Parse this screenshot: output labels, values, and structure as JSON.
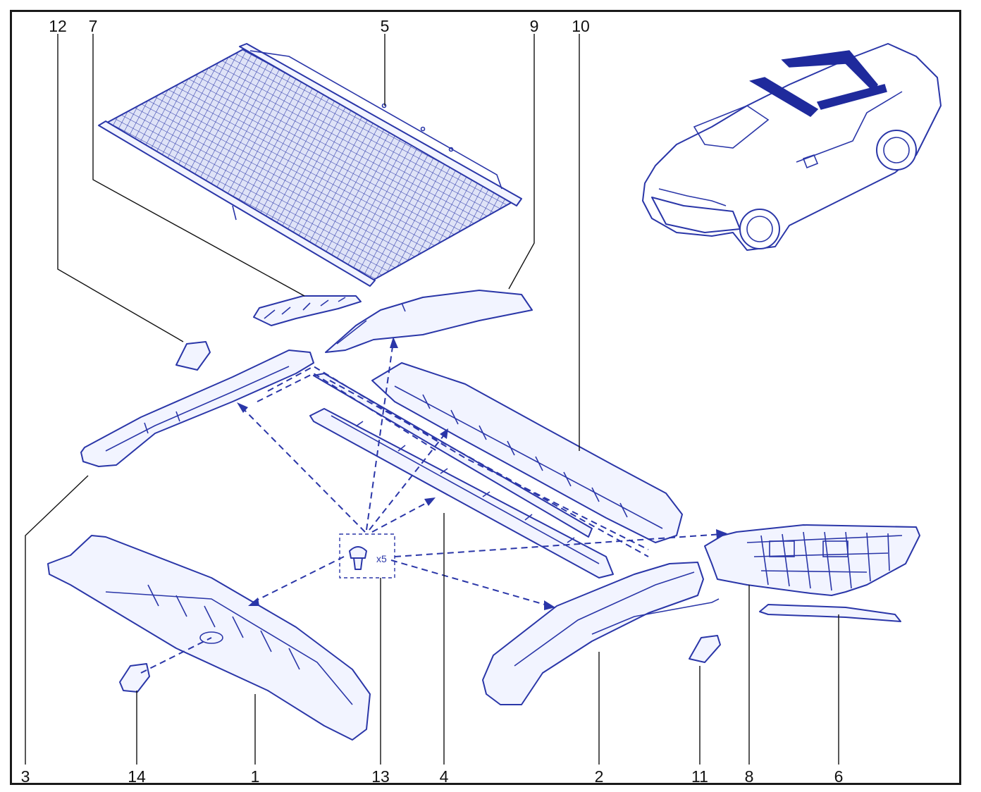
{
  "diagram": {
    "callouts": [
      {
        "id": "12",
        "label": "12"
      },
      {
        "id": "7",
        "label": "7"
      },
      {
        "id": "5",
        "label": "5"
      },
      {
        "id": "9",
        "label": "9"
      },
      {
        "id": "10",
        "label": "10"
      },
      {
        "id": "3",
        "label": "3"
      },
      {
        "id": "14",
        "label": "14"
      },
      {
        "id": "1",
        "label": "1"
      },
      {
        "id": "13",
        "label": "13"
      },
      {
        "id": "4",
        "label": "4"
      },
      {
        "id": "2",
        "label": "2"
      },
      {
        "id": "11",
        "label": "11"
      },
      {
        "id": "8",
        "label": "8"
      },
      {
        "id": "6",
        "label": "6"
      }
    ],
    "fastener_quantity": "x5",
    "colors": {
      "line_art": "#2a36a8",
      "fill": "#f2f4ff",
      "frame": "#1a1a1a"
    }
  }
}
